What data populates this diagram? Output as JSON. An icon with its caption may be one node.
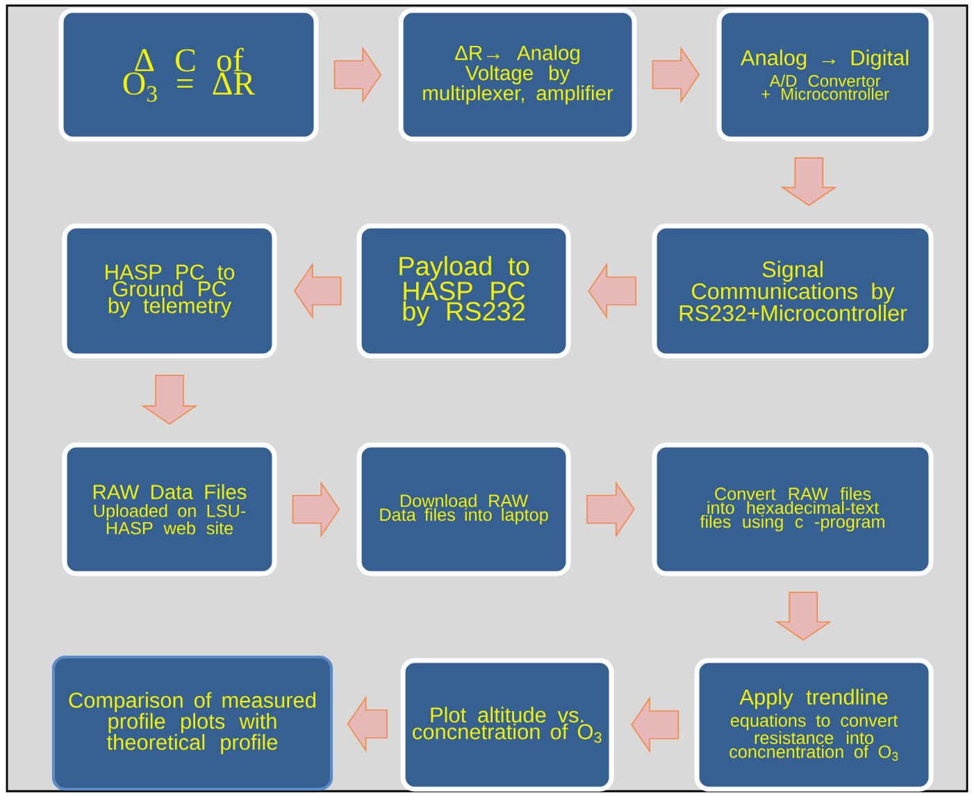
{
  "diagram": {
    "nodes": [
      {
        "text": [
          "Δ C of O$_{3}$ = ΔR"
        ]
      },
      {
        "text": [
          "ΔR→ Analog Voltage by multiplexer, amplifier"
        ]
      },
      {
        "text": [
          "Analog → Digital",
          "A/D Convertor + Microcontroller"
        ]
      },
      {
        "text": [
          "Signal Communications by RS232+Microcontroller"
        ]
      },
      {
        "text": [
          "Payload to HASP PC by RS232"
        ]
      },
      {
        "text": [
          "HASP PC to Ground PC by telemetry"
        ]
      },
      {
        "text": [
          "RAW Data Files",
          "Uploaded on LSU-HASP web site"
        ]
      },
      {
        "text": [
          "Download RAW Data files into laptop"
        ]
      },
      {
        "text": [
          "Convert RAW files into hexadecimal-text files using c -program"
        ]
      },
      {
        "text": [
          "Apply trendline",
          "equations to convert resistance into concnentration of O$_{3}$"
        ]
      },
      {
        "text": [
          "Plot altitude vs. concnetration of O$_{3}$"
        ]
      },
      {
        "text": [
          "Comparison of measured profile plots with theoretical profile"
        ]
      }
    ],
    "edges": [
      {
        "from": 0,
        "to": 1,
        "arrow": "to"
      },
      {
        "from": 1,
        "to": 2,
        "arrow": "to"
      },
      {
        "from": 2,
        "to": 3,
        "arrow": "to"
      },
      {
        "from": 3,
        "to": 4,
        "arrow": "to"
      },
      {
        "from": 4,
        "to": 5,
        "arrow": "to"
      },
      {
        "from": 5,
        "to": 6,
        "arrow": "to"
      },
      {
        "from": 6,
        "to": 7,
        "arrow": "to"
      },
      {
        "from": 7,
        "to": 8,
        "arrow": "to"
      },
      {
        "from": 8,
        "to": 9,
        "arrow": "to"
      },
      {
        "from": 9,
        "to": 10,
        "arrow": "to"
      },
      {
        "from": 10,
        "to": 11,
        "arrow": "to"
      }
    ]
  }
}
